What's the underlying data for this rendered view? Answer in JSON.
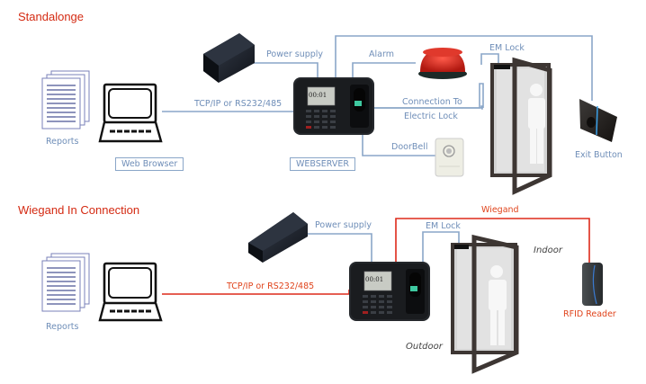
{
  "colors": {
    "title": "#d42a12",
    "wire_blue": "#8aa6c8",
    "wire_red": "#dd2a1a",
    "label_blue": "#6f8eb8",
    "label_red": "#e0441c"
  },
  "standalone": {
    "title": "Standalonge",
    "reports_label": "Reports",
    "web_browser_label": "Web Browser",
    "webserver_label": "WEBSERVER",
    "tcp_label": "TCP/IP or RS232/485",
    "power_supply_label": "Power supply",
    "alarm_label": "Alarm",
    "em_lock_label": "EM Lock",
    "connection_label_line1": "Connection To",
    "connection_label_line2": "Electric Lock",
    "doorbell_label": "DoorBell",
    "exit_button_label": "Exit Button",
    "device_screen_time": "00:01"
  },
  "wiegand": {
    "title": "Wiegand In Connection",
    "reports_label": "Reports",
    "tcp_label": "TCP/IP or RS232/485",
    "power_supply_label": "Power supply",
    "em_lock_label": "EM Lock",
    "wiegand_label": "Wiegand",
    "indoor_label": "Indoor",
    "outdoor_label": "Outdoor",
    "rfid_reader_label": "RFID Reader",
    "device_screen_time": "00:01"
  }
}
